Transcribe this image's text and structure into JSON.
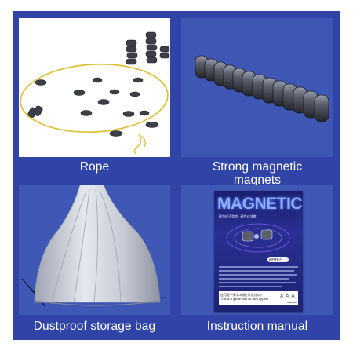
{
  "captions": {
    "rope": "Rope",
    "magnets_line1": "Strong magnetic",
    "magnets_line2": "magnets",
    "bag": "Dustproof storage bag",
    "manual": "Instruction manual"
  },
  "manual": {
    "title": "MAGNETIC",
    "subtitle": "磁力棋子游戏 · 磁性对战棋",
    "pill": "磁性棋子",
    "footer_line1": "这可是一款非常吸引力的游戏!",
    "footer_line2": "This is a game with its own appeal",
    "footer_people": "2-4 people"
  }
}
